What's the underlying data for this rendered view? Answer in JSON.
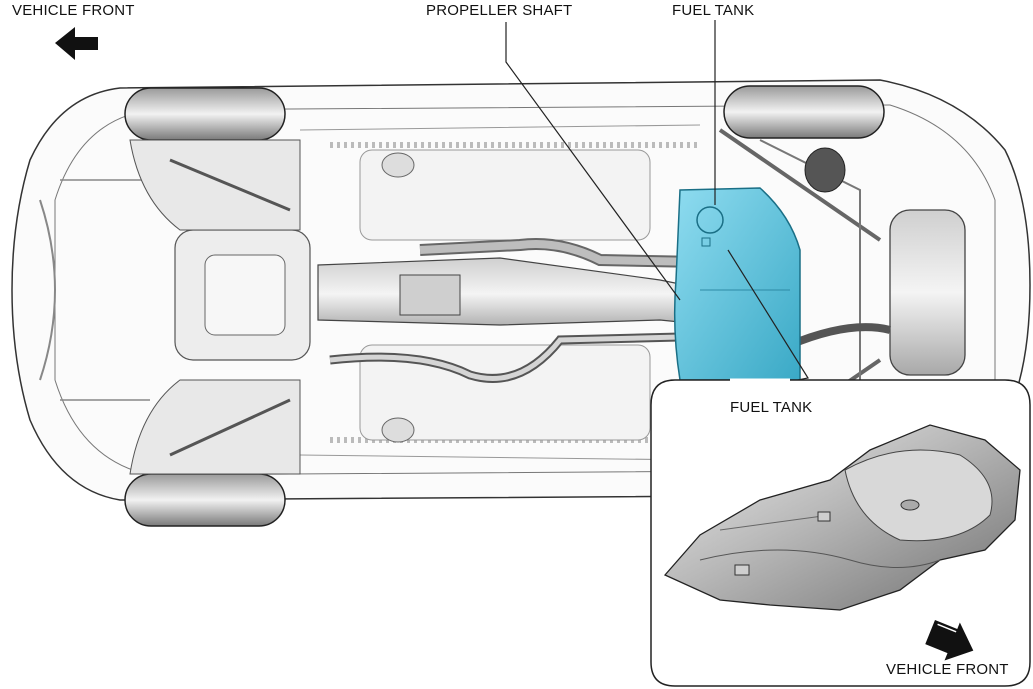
{
  "labels": {
    "vehicle_front_top": "VEHICLE FRONT",
    "propeller_shaft": "PROPELLER SHAFT",
    "fuel_tank_top": "FUEL TANK",
    "fuel_tank_inset": "FUEL TANK",
    "vehicle_front_inset": "VEHICLE FRONT"
  },
  "colors": {
    "fuel_tank_highlight": "#5ec3dc",
    "outline": "#222222",
    "metal_light": "#e6e6e6",
    "metal_dark": "#8a8a8a",
    "tire": "#2a2a2a"
  },
  "icons": {
    "front_arrow_top": "arrow-left-icon",
    "front_arrow_inset": "arrow-down-right-icon"
  }
}
